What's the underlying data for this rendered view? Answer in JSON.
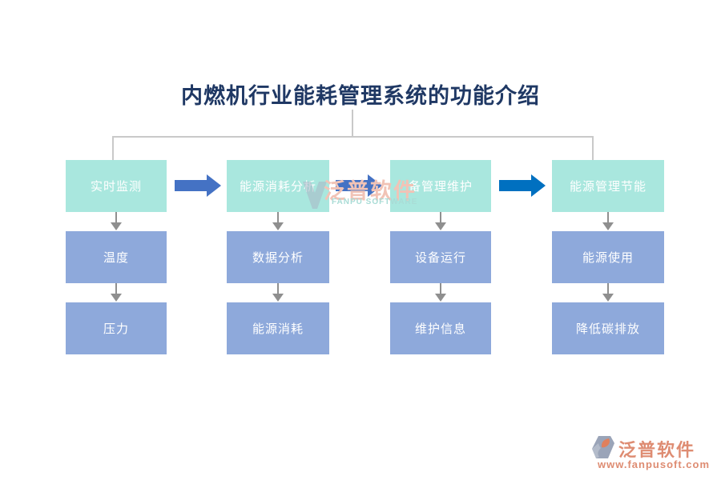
{
  "title": "内燃机行业能耗管理系统的功能介绍",
  "columns": [
    {
      "header": "实时监测",
      "children": [
        "温度",
        "压力"
      ]
    },
    {
      "header": "能源消耗分析",
      "children": [
        "数据分析",
        "能源消耗"
      ]
    },
    {
      "header": "备管理维护",
      "children": [
        "设备运行",
        "维护信息"
      ]
    },
    {
      "header": "能源管理节能",
      "children": [
        "能源使用",
        "降低碳排放"
      ]
    }
  ],
  "watermark": {
    "brand": "泛普软件",
    "brand_en": "FANPU SOFTWARE"
  },
  "footer": {
    "brand": "泛普软件",
    "website": "www.fanpusoft.com"
  },
  "colors": {
    "teal": "#A9E7DE",
    "blue": "#8EA9DB",
    "flow-blue": "#4472C4",
    "flow-blue-dark": "#0070C0",
    "gray-arrow": "#8F8F8F",
    "line-color": "#C9C9C9",
    "title-color": "#1F3864",
    "salmon": "#DE8C72",
    "wm-pink": "#F1C3B6",
    "wm-teal": "#A9DCD6"
  }
}
